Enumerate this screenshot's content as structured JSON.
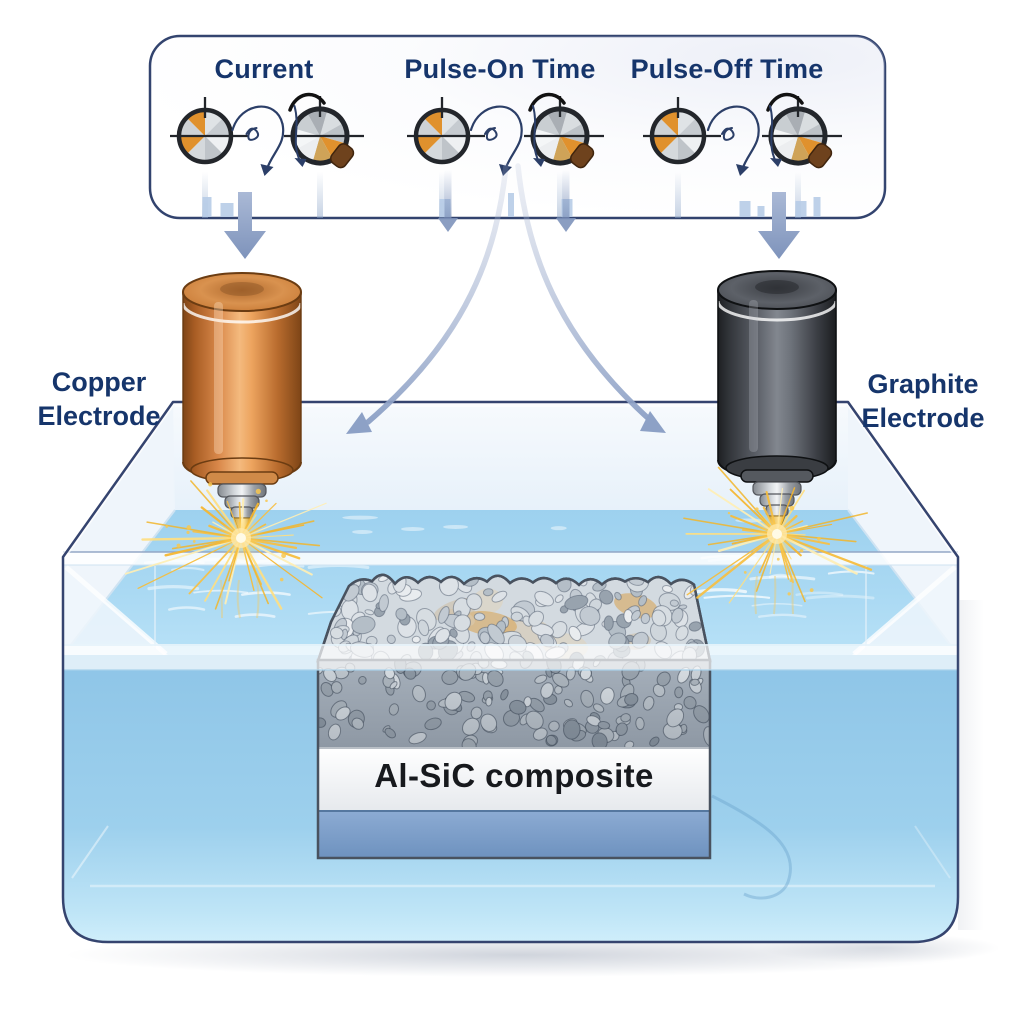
{
  "control_panel": {
    "controls": [
      {
        "label": "Current",
        "icon": "dial-knob-icon"
      },
      {
        "label": "Pulse-On Time",
        "icon": "dial-knob-icon"
      },
      {
        "label": "Pulse-Off Time",
        "icon": "dial-knob-icon"
      }
    ]
  },
  "electrodes": {
    "left": {
      "label": "Copper Electrode",
      "color": "#d9884a"
    },
    "right": {
      "label": "Graphite Electrode",
      "color": "#55585e"
    }
  },
  "workpiece": {
    "label": "Al-SiC composite"
  },
  "colors": {
    "label_text": "#16356b",
    "panel_border": "#32436e",
    "arrow": "#8da1c6",
    "water_surface": "#a9d8f2",
    "water_front": "#8ec5e7",
    "spark": "#f7bd3a",
    "copper": "#d9884a",
    "graphite": "#55585e",
    "composite_band_blue": "#7b9cc8",
    "tank_outline": "#35446f"
  }
}
